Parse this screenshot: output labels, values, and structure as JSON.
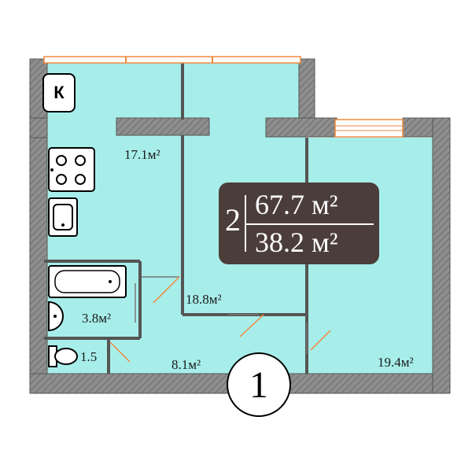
{
  "rooms": {
    "kitchen": {
      "badge": "К",
      "area": "17.1м²"
    },
    "room_middle": {
      "area": "18.8м²"
    },
    "room_right": {
      "area": "19.4м²"
    },
    "bathroom": {
      "area": "3.8м²"
    },
    "toilet": {
      "area": "1.5"
    },
    "hallway": {
      "area": "8.1м²"
    }
  },
  "summary": {
    "rooms_count": "2",
    "total_area": "67.7 м²",
    "living_area": "38.2 м²"
  },
  "apartment_number": "1",
  "colors": {
    "floor": "#a7eeea",
    "wall": "#8e8e8e",
    "summary_bg": "#4b3d39",
    "window": "#f08a3c"
  }
}
